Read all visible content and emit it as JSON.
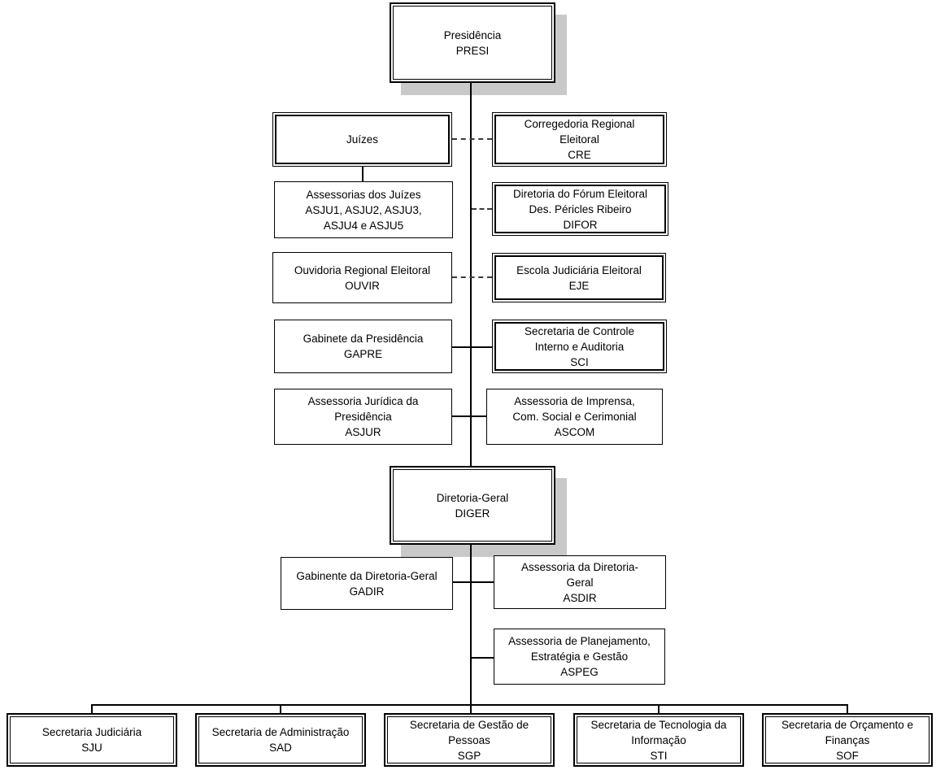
{
  "nodes": {
    "presi": {
      "name": "Presidência",
      "code": "PRESI"
    },
    "juizes": {
      "name": "Juízes"
    },
    "asju": {
      "name": "Assessorias dos Juízes",
      "code": "ASJU1, ASJU2, ASJU3,\nASJU4 e ASJU5"
    },
    "ouvir": {
      "name": "Ouvidoria Regional Eleitoral",
      "code": "OUVIR"
    },
    "gapre": {
      "name": "Gabinete da Presidência",
      "code": "GAPRE"
    },
    "asjur": {
      "name": "Assessoria Jurídica da\nPresidência",
      "code": "ASJUR"
    },
    "cre": {
      "name": "Corregedoria Regional\nEleitoral",
      "code": "CRE"
    },
    "difor": {
      "name": "Diretoria do Fórum Eleitoral\nDes. Péricles Ribeiro",
      "code": "DIFOR"
    },
    "eje": {
      "name": "Escola Judiciária Eleitoral",
      "code": "EJE"
    },
    "sci": {
      "name": "Secretaria de Controle\nInterno e Auditoria",
      "code": "SCI"
    },
    "ascom": {
      "name": "Assessoria de Imprensa,\nCom. Social e Cerimonial",
      "code": "ASCOM"
    },
    "diger": {
      "name": "Diretoria-Geral",
      "code": "DIGER"
    },
    "gadir": {
      "name": "Gabinente da Diretoria-Geral",
      "code": "GADIR"
    },
    "asdir": {
      "name": "Assessoria da Diretoria-\nGeral",
      "code": "ASDIR"
    },
    "aspeg": {
      "name": "Assessoria de Planejamento,\nEstratégia e Gestão",
      "code": "ASPEG"
    },
    "sju": {
      "name": "Secretaria Judiciária",
      "code": "SJU"
    },
    "sad": {
      "name": "Secretaria de Administração",
      "code": "SAD"
    },
    "sgp": {
      "name": "Secretaria de Gestão de\nPessoas",
      "code": "SGP"
    },
    "sti": {
      "name": "Secretaria de Tecnologia da\nInformação",
      "code": "STI"
    },
    "sof": {
      "name": "Secretaria de Orçamento e\nFinanças",
      "code": "SOF"
    }
  },
  "colors": {
    "box_border": "#000000",
    "box_background": "#ffffff",
    "hero_shadow": "#c9c9c9",
    "connector": "#000000",
    "page_background": "#ffffff"
  }
}
